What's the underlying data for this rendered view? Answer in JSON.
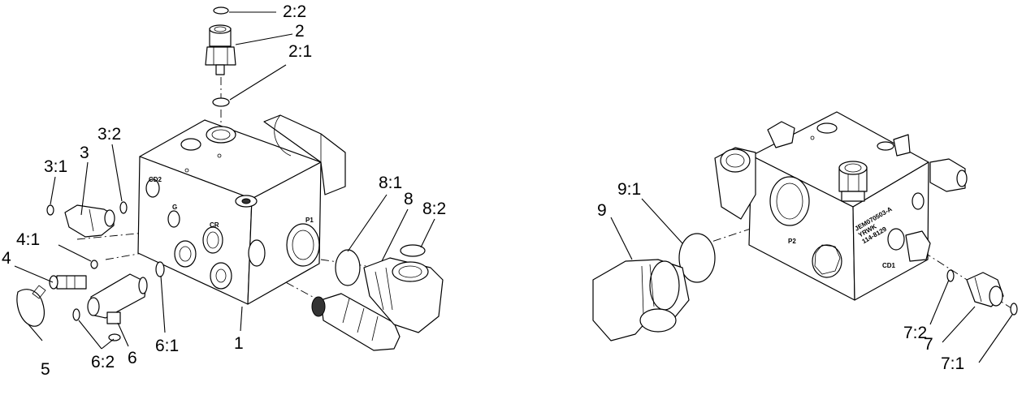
{
  "callouts": {
    "c2_2": "2:2",
    "c2": "2",
    "c2_1": "2:1",
    "c3_2": "3:2",
    "c3": "3",
    "c3_1": "3:1",
    "c4_1": "4:1",
    "c4": "4",
    "c5": "5",
    "c6_2": "6:2",
    "c6": "6",
    "c6_1": "6:1",
    "c1": "1",
    "c8_1": "8:1",
    "c8": "8",
    "c8_2": "8:2",
    "c9_1": "9:1",
    "c9": "9",
    "c7_2": "7:2",
    "c7": "7",
    "c7_1": "7:1"
  },
  "port_labels": {
    "cd2": "CD2",
    "g": "G",
    "cr": "CR",
    "p1": "P1",
    "p2": "P2",
    "cd1": "CD1"
  },
  "manifold_marking": {
    "line1": "JEM070503-A",
    "line2": "YRWK",
    "line3": "114-8129"
  }
}
